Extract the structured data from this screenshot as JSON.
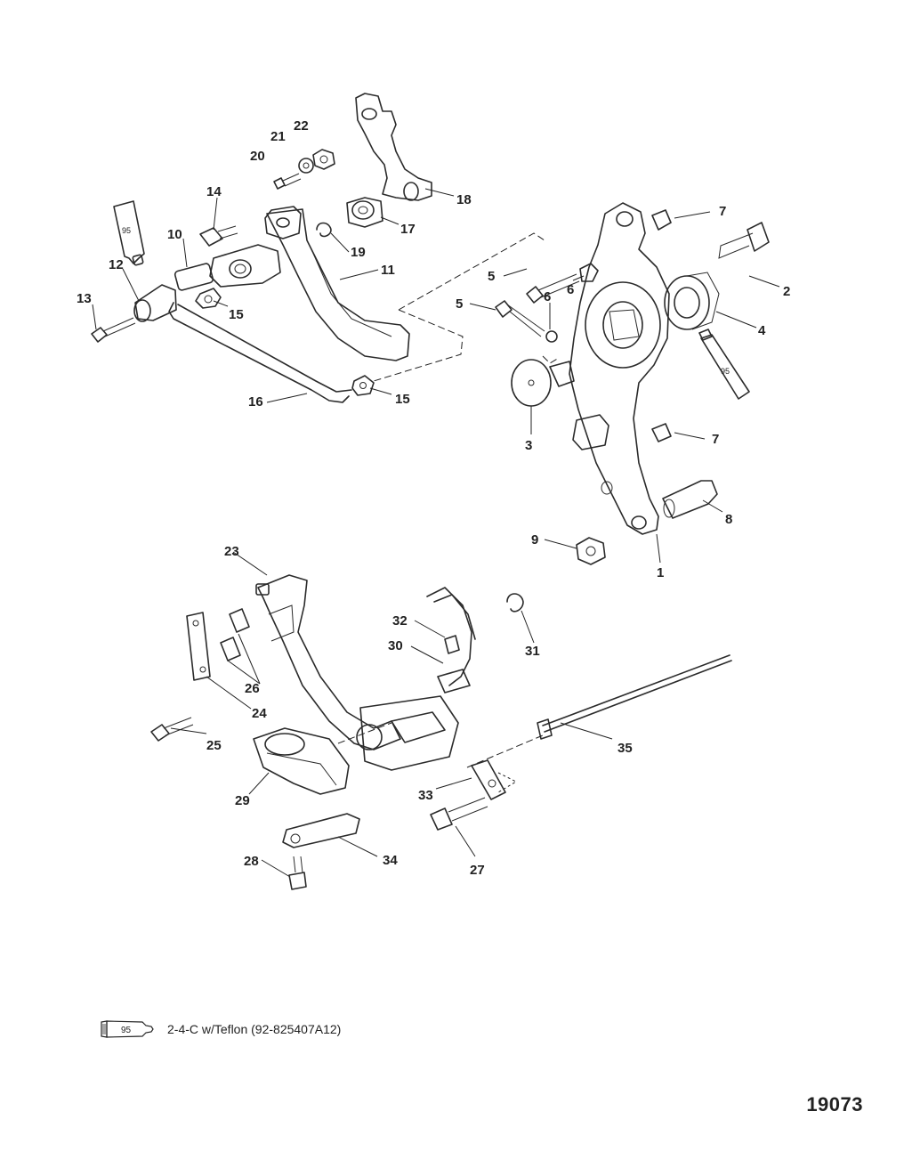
{
  "callouts": [
    "1",
    "2",
    "3",
    "4",
    "5",
    "5",
    "6",
    "6",
    "7",
    "7",
    "8",
    "9",
    "10",
    "11",
    "12",
    "13",
    "14",
    "15",
    "15",
    "16",
    "17",
    "18",
    "19",
    "20",
    "21",
    "22",
    "23",
    "24",
    "25",
    "26",
    "27",
    "28",
    "29",
    "30",
    "31",
    "32",
    "33",
    "34",
    "35"
  ],
  "sealant": {
    "code": "95",
    "text": "2-4-C w/Teflon (92-825407A12)"
  },
  "figure_number": "19073"
}
